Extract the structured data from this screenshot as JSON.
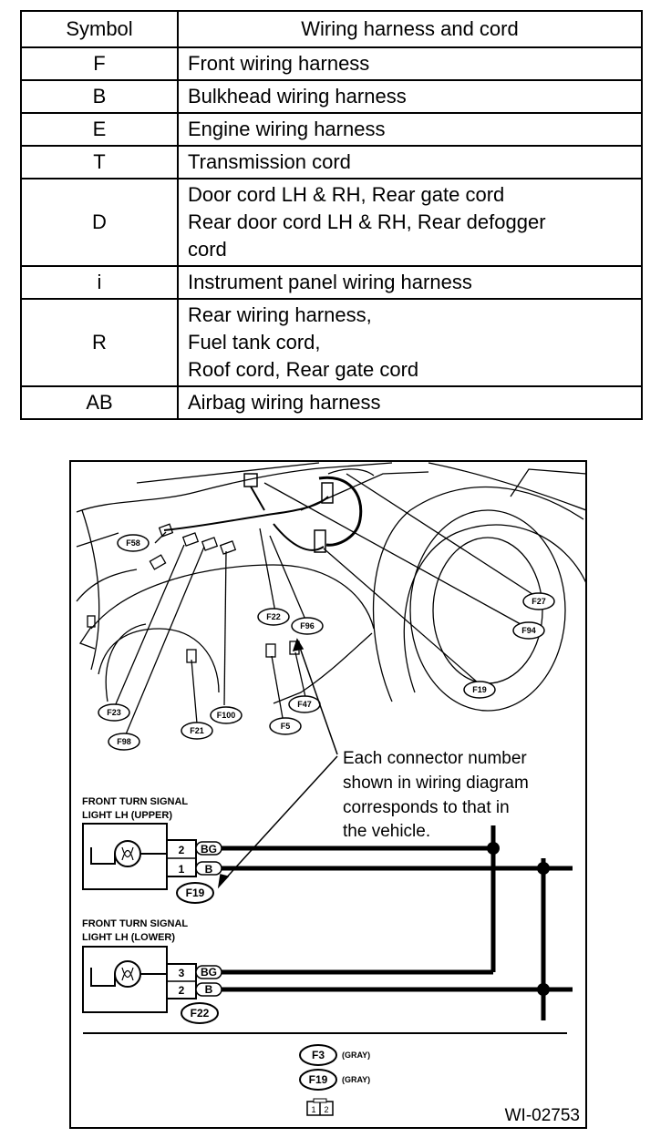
{
  "table": {
    "headers": [
      "Symbol",
      "Wiring harness and cord"
    ],
    "rows": [
      {
        "symbol": "F",
        "lines": [
          "Front wiring harness"
        ]
      },
      {
        "symbol": "B",
        "lines": [
          "Bulkhead wiring harness"
        ]
      },
      {
        "symbol": "E",
        "lines": [
          "Engine wiring harness"
        ]
      },
      {
        "symbol": "T",
        "lines": [
          "Transmission cord"
        ]
      },
      {
        "symbol": "D",
        "lines": [
          "Door cord LH & RH, Rear gate cord",
          "Rear door cord LH & RH, Rear defogger",
          "cord"
        ]
      },
      {
        "symbol": "i",
        "lines": [
          "Instrument panel wiring harness"
        ]
      },
      {
        "symbol": "R",
        "lines": [
          "Rear wiring harness,",
          "Fuel tank cord,",
          "Roof cord, Rear gate cord"
        ]
      },
      {
        "symbol": "AB",
        "lines": [
          "Airbag wiring harness"
        ]
      }
    ]
  },
  "vehicle_connectors": [
    "F58",
    "F27",
    "F94",
    "F19",
    "F22",
    "F96",
    "F23",
    "F100",
    "F47",
    "F5",
    "F21",
    "F98"
  ],
  "note_lines": [
    "Each connector number",
    "shown in wiring diagram",
    "corresponds to that in",
    "the vehicle."
  ],
  "upper_light": {
    "label_lines": [
      "FRONT TURN SIGNAL",
      "LIGHT LH (UPPER)"
    ],
    "pins": [
      {
        "pin": "2",
        "wire": "BG"
      },
      {
        "pin": "1",
        "wire": "B"
      }
    ],
    "connector": "F19"
  },
  "lower_light": {
    "label_lines": [
      "FRONT TURN SIGNAL",
      "LIGHT LH (LOWER)"
    ],
    "pins": [
      {
        "pin": "3",
        "wire": "BG"
      },
      {
        "pin": "2",
        "wire": "B"
      }
    ],
    "connector": "F22"
  },
  "legend": [
    {
      "connector": "F3",
      "color": "(GRAY)"
    },
    {
      "connector": "F19",
      "color": "(GRAY)"
    }
  ],
  "legend_pins": [
    "1",
    "2"
  ],
  "figure_code": "WI-02753"
}
